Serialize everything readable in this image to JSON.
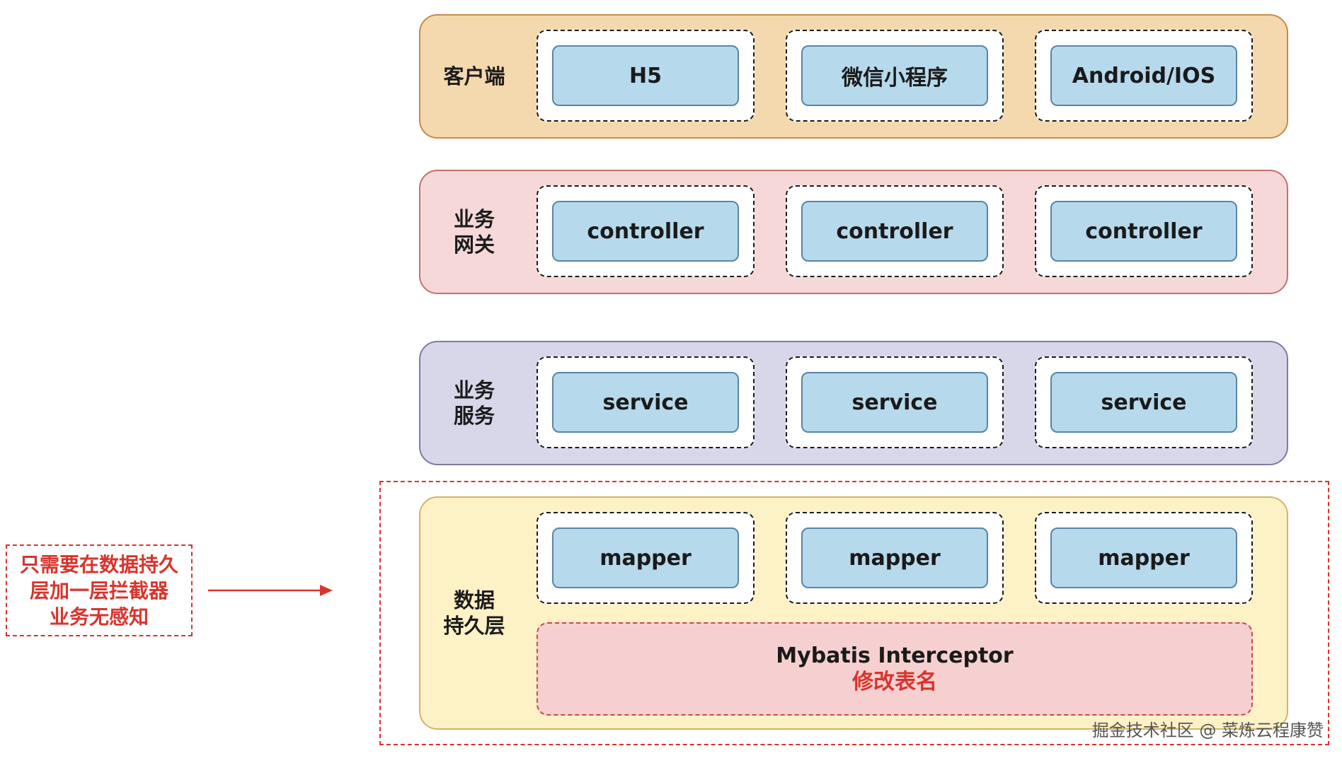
{
  "layers": {
    "client": {
      "label": "客户端",
      "modules": [
        "H5",
        "微信小程序",
        "Android/IOS"
      ],
      "color": "#f5d9ae"
    },
    "gateway": {
      "label": "业务\n网关",
      "modules": [
        "controller",
        "controller",
        "controller"
      ],
      "color": "#f6d8d8"
    },
    "service": {
      "label": "业务\n服务",
      "modules": [
        "service",
        "service",
        "service"
      ],
      "color": "#d8d7ea"
    },
    "data": {
      "label": "数据\n持久层",
      "modules": [
        "mapper",
        "mapper",
        "mapper"
      ],
      "interceptor": {
        "name": "Mybatis Interceptor",
        "action": "修改表名"
      },
      "color": "#fdf1c6"
    }
  },
  "note": {
    "text": "只需要在数据持久\n层加一层拦截器\n业务无感知",
    "color": "#d8342c"
  },
  "footer": {
    "credit": "掘金技术社区 @ 菜炼云程康赞"
  },
  "colors": {
    "module_fill": "#b7d9ec",
    "module_border": "#5785a8",
    "accent_red": "#d8342c"
  }
}
